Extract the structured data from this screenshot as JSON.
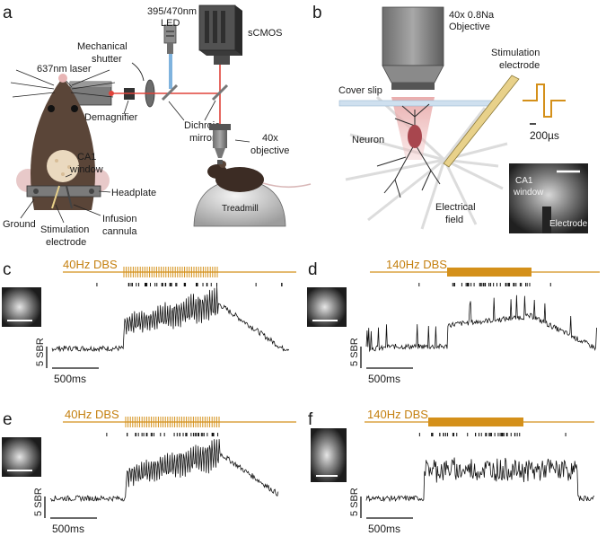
{
  "panels": {
    "a": {
      "letter": "a",
      "led": [
        "395/470nm",
        "LED"
      ],
      "camera": "sCMOS",
      "shutter": [
        "Mechanical",
        "shutter"
      ],
      "laser": "637nm laser",
      "demagnifier": "Demagnifier",
      "dichroic": [
        "Dichroic",
        "mirror"
      ],
      "objective": [
        "40x",
        "objective"
      ],
      "ca1_window": [
        "CA1",
        "window"
      ],
      "headplate": "Headplate",
      "ground": "Ground",
      "stim_electrode": [
        "Stimulation",
        "electrode"
      ],
      "infusion": [
        "Infusion",
        "cannula"
      ],
      "treadmill": "Treadmill"
    },
    "b": {
      "letter": "b",
      "objective": [
        "40x 0.8Na",
        "Objective"
      ],
      "stim_electrode": [
        "Stimulation",
        "electrode"
      ],
      "cover_slip": "Cover slip",
      "neuron": "Neuron",
      "pulse_scale": "200µs",
      "electric_field": [
        "Electrical",
        "field"
      ],
      "inset_window": [
        "CA1",
        "window"
      ],
      "inset_electrode": "Electrode"
    },
    "traces": [
      {
        "letter": "c",
        "dbs": "40Hz DBS",
        "sbr": "5 SBR",
        "time": "500ms",
        "freq_hz": 40
      },
      {
        "letter": "d",
        "dbs": "140Hz DBS",
        "sbr": "5 SBR",
        "time": "500ms",
        "freq_hz": 140
      },
      {
        "letter": "e",
        "dbs": "40Hz DBS",
        "sbr": "5 SBR",
        "time": "500ms",
        "freq_hz": 40
      },
      {
        "letter": "f",
        "dbs": "140Hz DBS",
        "sbr": "5 SBR",
        "time": "500ms",
        "freq_hz": 140
      }
    ]
  },
  "colors": {
    "stim": "#d4901a",
    "laser": "#e0433a",
    "led": "#7fb3de",
    "mouse": "#5a4538",
    "trace": "#111111"
  }
}
